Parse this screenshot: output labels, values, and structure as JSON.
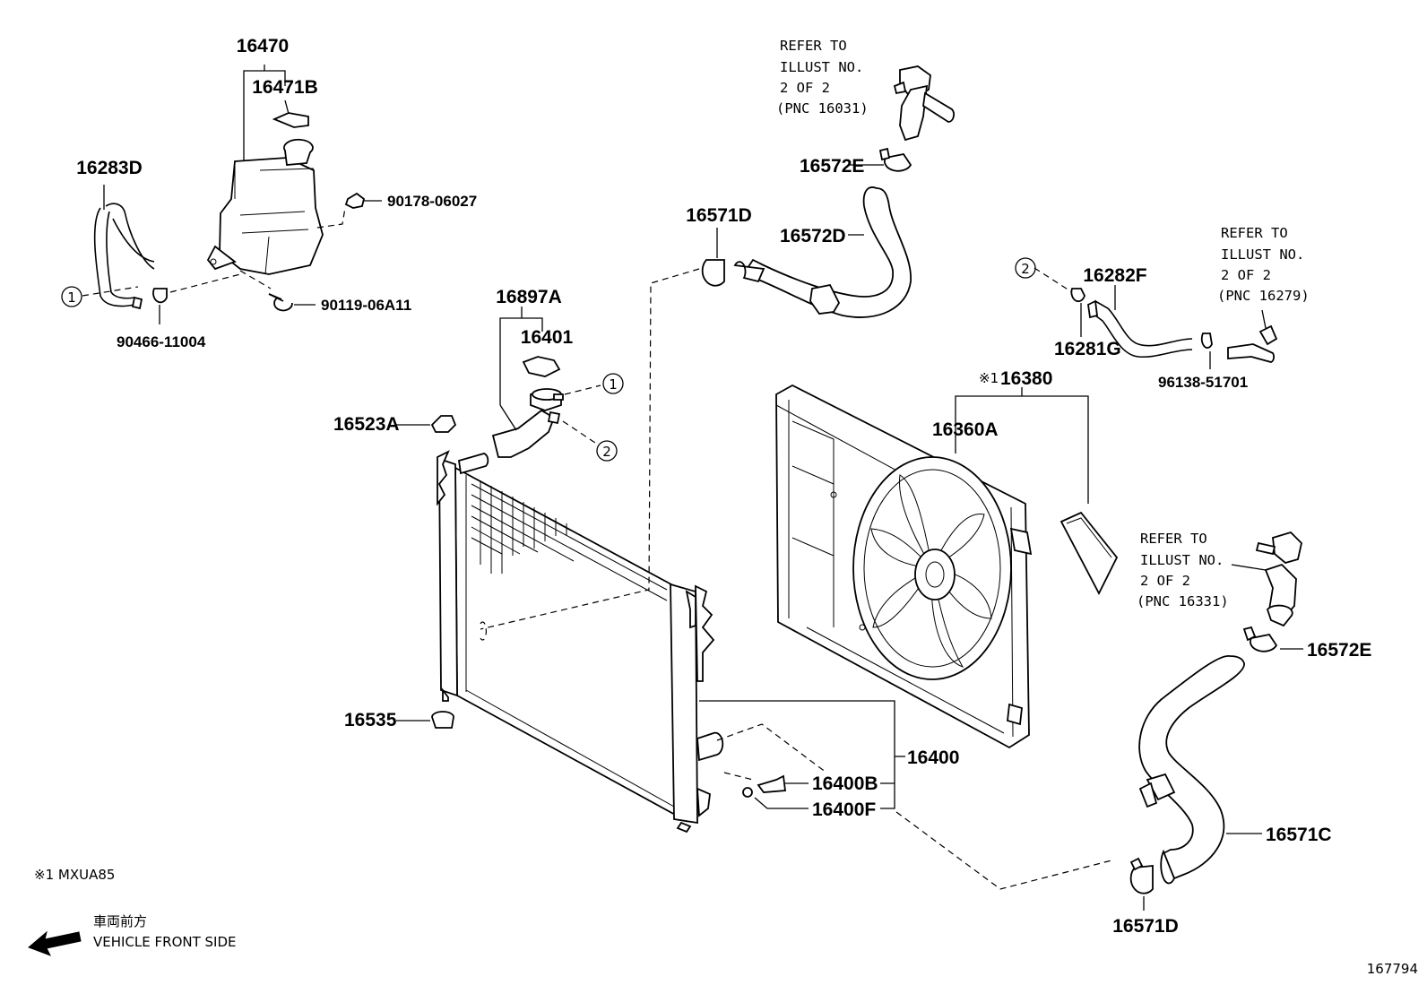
{
  "parts": {
    "p16470": "16470",
    "p16471B": "16471B",
    "p16283D": "16283D",
    "p90178": "90178-06027",
    "p90119": "90119-06A11",
    "p90466": "90466-11004",
    "p16897A": "16897A",
    "p16401": "16401",
    "p16523A": "16523A",
    "p16535": "16535",
    "p16571D_top": "16571D",
    "p16572D": "16572D",
    "p16572E_top": "16572E",
    "p16282F": "16282F",
    "p16281G": "16281G",
    "p96138": "96138-51701",
    "p16380": "16380",
    "p16360A": "16360A",
    "p16400": "16400",
    "p16400B": "16400B",
    "p16400F": "16400F",
    "p16572E_right": "16572E",
    "p16571C": "16571C",
    "p16571D_bottom": "16571D"
  },
  "marks": {
    "note_mark": "※1",
    "circle1": "1",
    "circle2": "2"
  },
  "refs": {
    "r1": [
      "REFER TO",
      "ILLUST NO.",
      "2 OF 2",
      "(PNC 16031)"
    ],
    "r2": [
      "REFER TO",
      "ILLUST NO.",
      "2 OF 2",
      "(PNC 16279)"
    ],
    "r3": [
      "REFER TO",
      "ILLUST NO.",
      "2 OF 2",
      "(PNC 16331)"
    ]
  },
  "footnote": "※1 MXUA85",
  "front": {
    "jp": "車両前方",
    "en": "VEHICLE FRONT SIDE"
  },
  "illustration_no": "167794"
}
